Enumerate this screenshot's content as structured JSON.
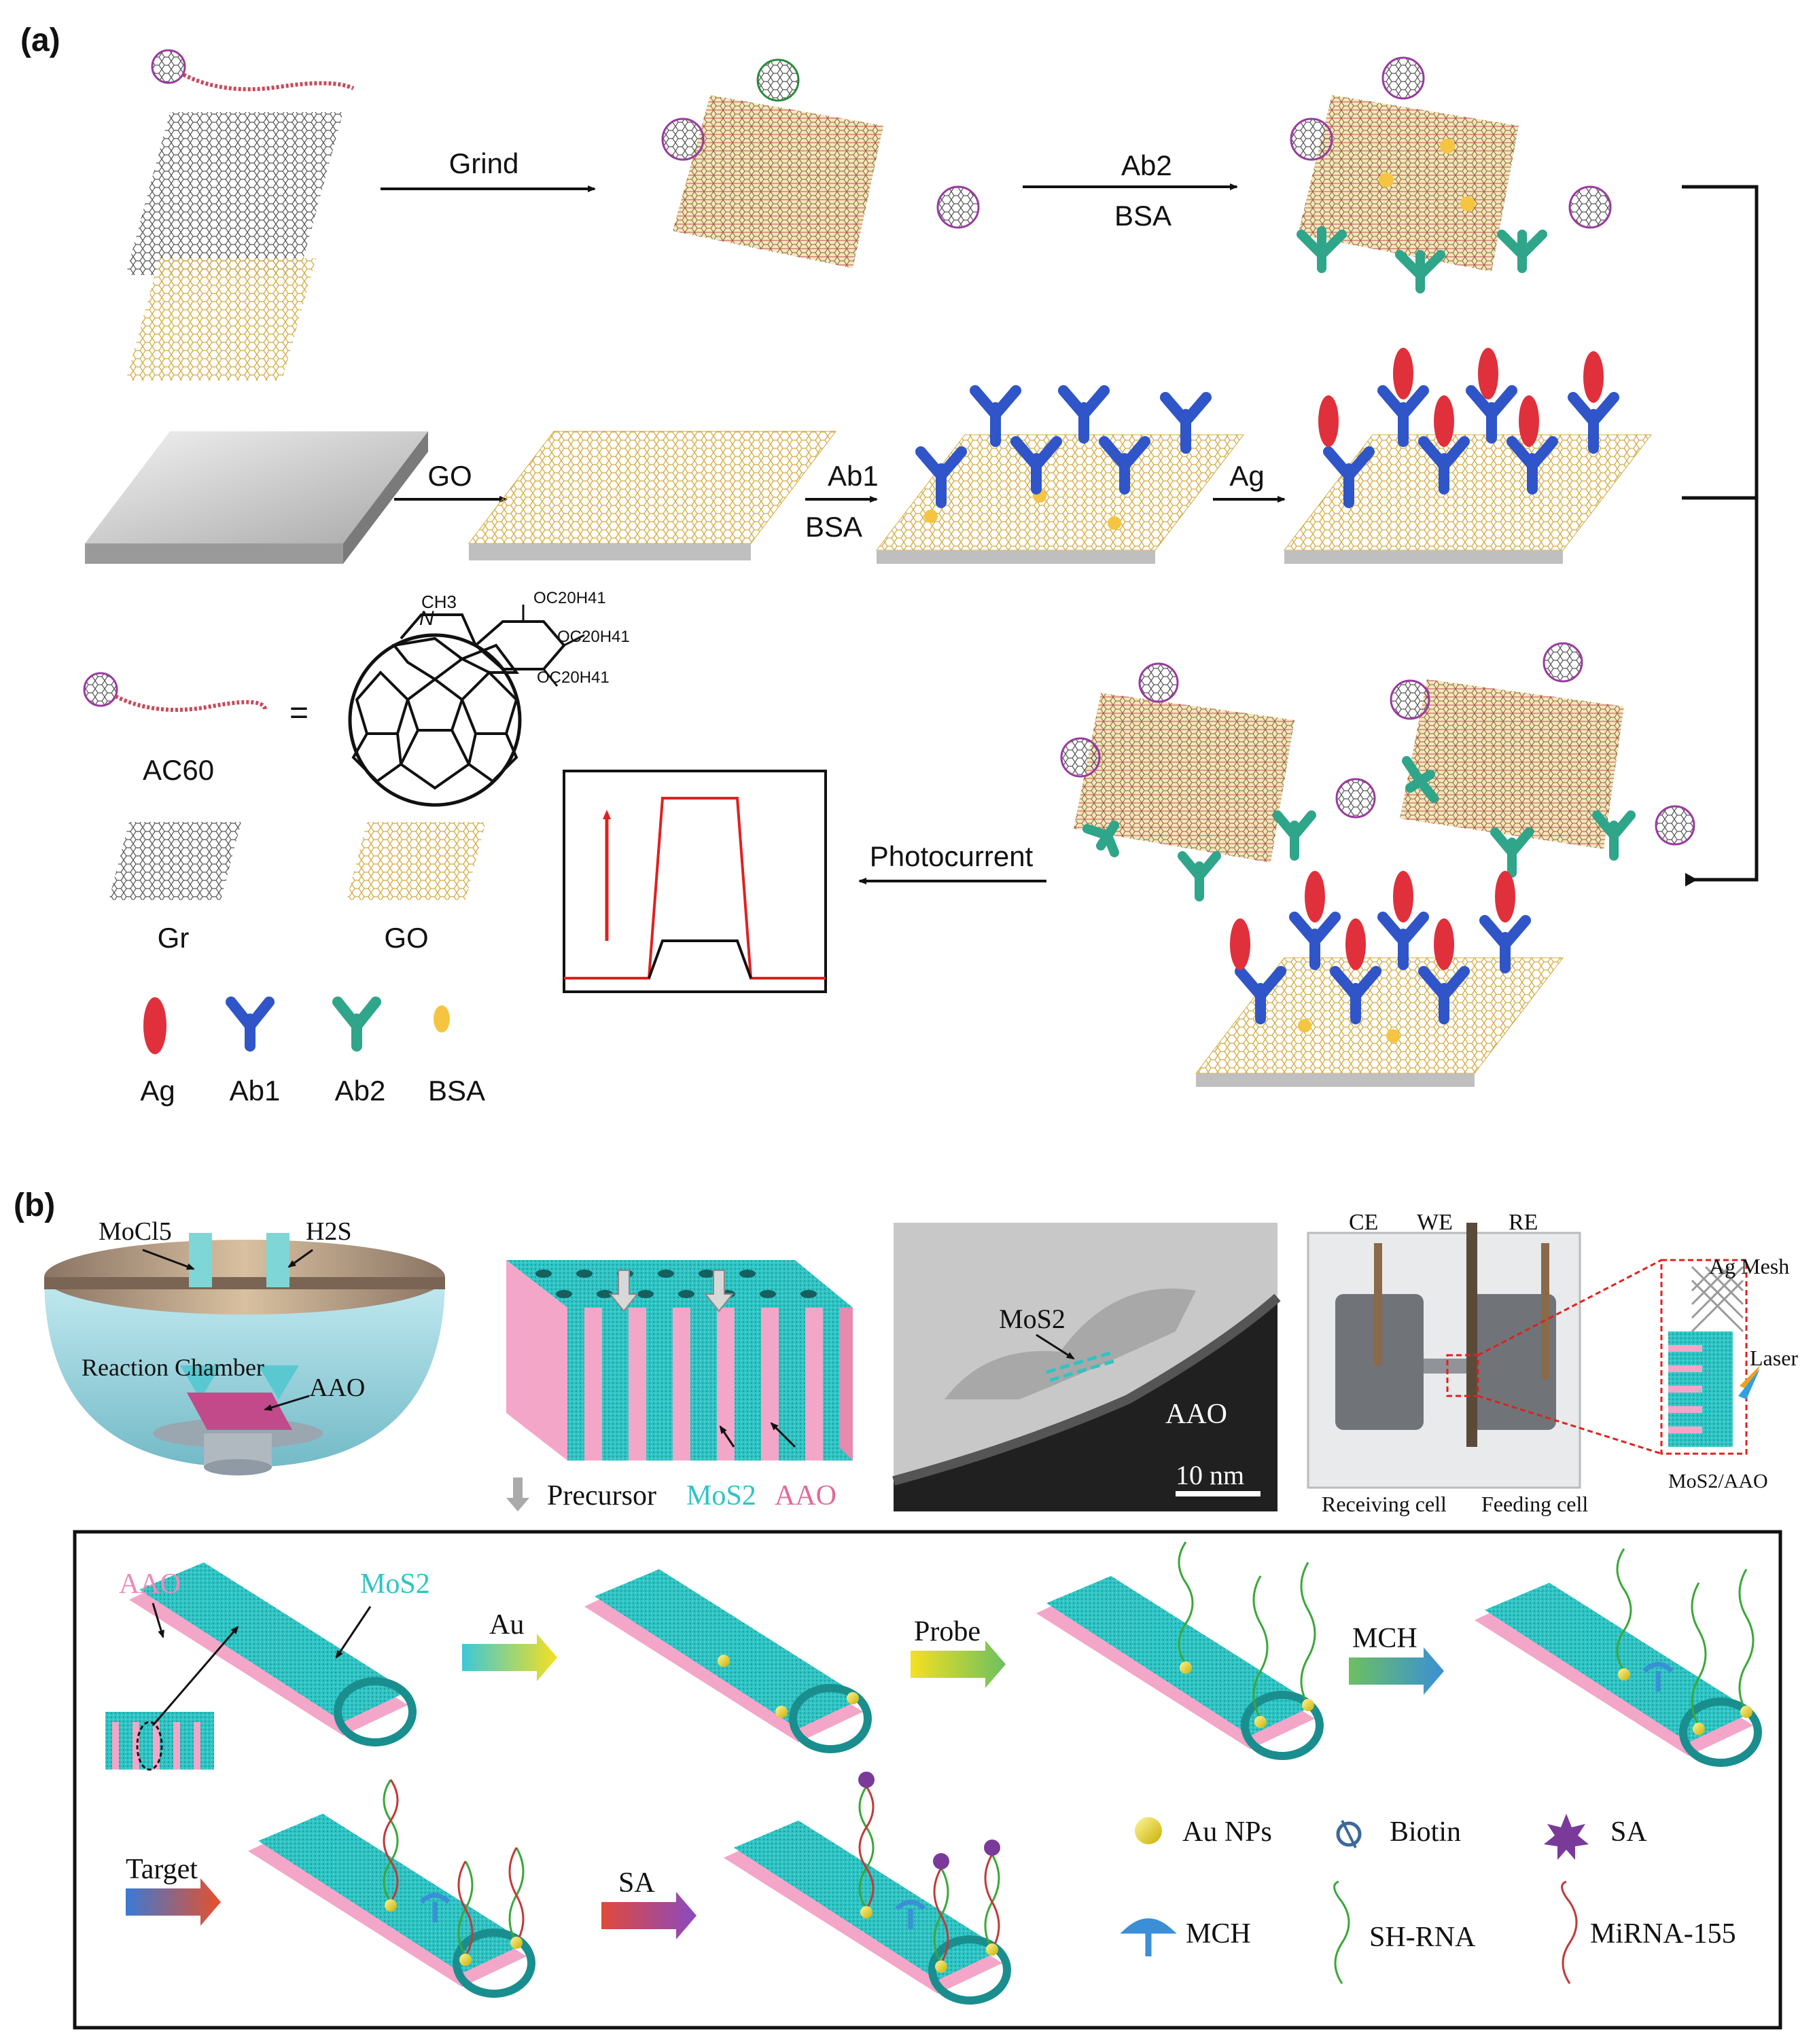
{
  "panel_a": {
    "label": "(a)",
    "steps": {
      "grind": "Grind",
      "ab2": "Ab2",
      "bsa_top": "BSA",
      "go": "GO",
      "ab1": "Ab1",
      "bsa_mid": "BSA",
      "ag": "Ag",
      "photocurrent": "Photocurrent"
    },
    "molecule": {
      "equals": "=",
      "name": "AC60",
      "ch3": "CH3",
      "n_atom": "N",
      "substituent": "OC20H41"
    },
    "legend": {
      "gr": "Gr",
      "go": "GO",
      "ag": "Ag",
      "ab1": "Ab1",
      "ab2": "Ab2",
      "bsa": "BSA"
    },
    "colors": {
      "graphene": "#5a5a5a",
      "go_sheet": "#e0c070",
      "antigen": "#e0303c",
      "ab1": "#2f55c8",
      "ab2": "#2fa58a",
      "bsa": "#f5c542",
      "signal_high": "#e02020",
      "signal_low": "#111111"
    }
  },
  "panel_b": {
    "label": "(b)",
    "reactor": {
      "moc15": "MoCl5",
      "h2s": "H2S",
      "chamber": "Reaction Chamber",
      "aao": "AAO"
    },
    "membrane": {
      "precursor": "Precursor",
      "mos2": "MoS2",
      "aao": "AAO"
    },
    "tem": {
      "mos2": "MoS2",
      "aao": "AAO",
      "scale": "10 nm"
    },
    "cell": {
      "ce": "CE",
      "we": "WE",
      "re": "RE",
      "ag_mesh": "Ag Mesh",
      "laser": "Laser",
      "mos2_aao": "MoS2/AAO",
      "receiving": "Receiving cell",
      "feeding": "Feeding cell"
    },
    "process": {
      "aao": "AAO",
      "mos2": "MoS2",
      "au": "Au",
      "probe": "Probe",
      "mch": "MCH",
      "target": "Target",
      "sa": "SA"
    },
    "legend": {
      "au_nps": "Au NPs",
      "biotin": "Biotin",
      "sa": "SA",
      "mch": "MCH",
      "sh_rna": "SH-RNA",
      "mirna": "MiRNA-155"
    },
    "colors": {
      "tube_inner": "#2ec4c4",
      "tube_outer": "#f4a6c8",
      "au": "#f2e21a",
      "mch": "#3a8fd6",
      "sh_rna": "#3aa83a",
      "mirna": "#c23a3a",
      "sa": "#7a3a9a"
    }
  }
}
